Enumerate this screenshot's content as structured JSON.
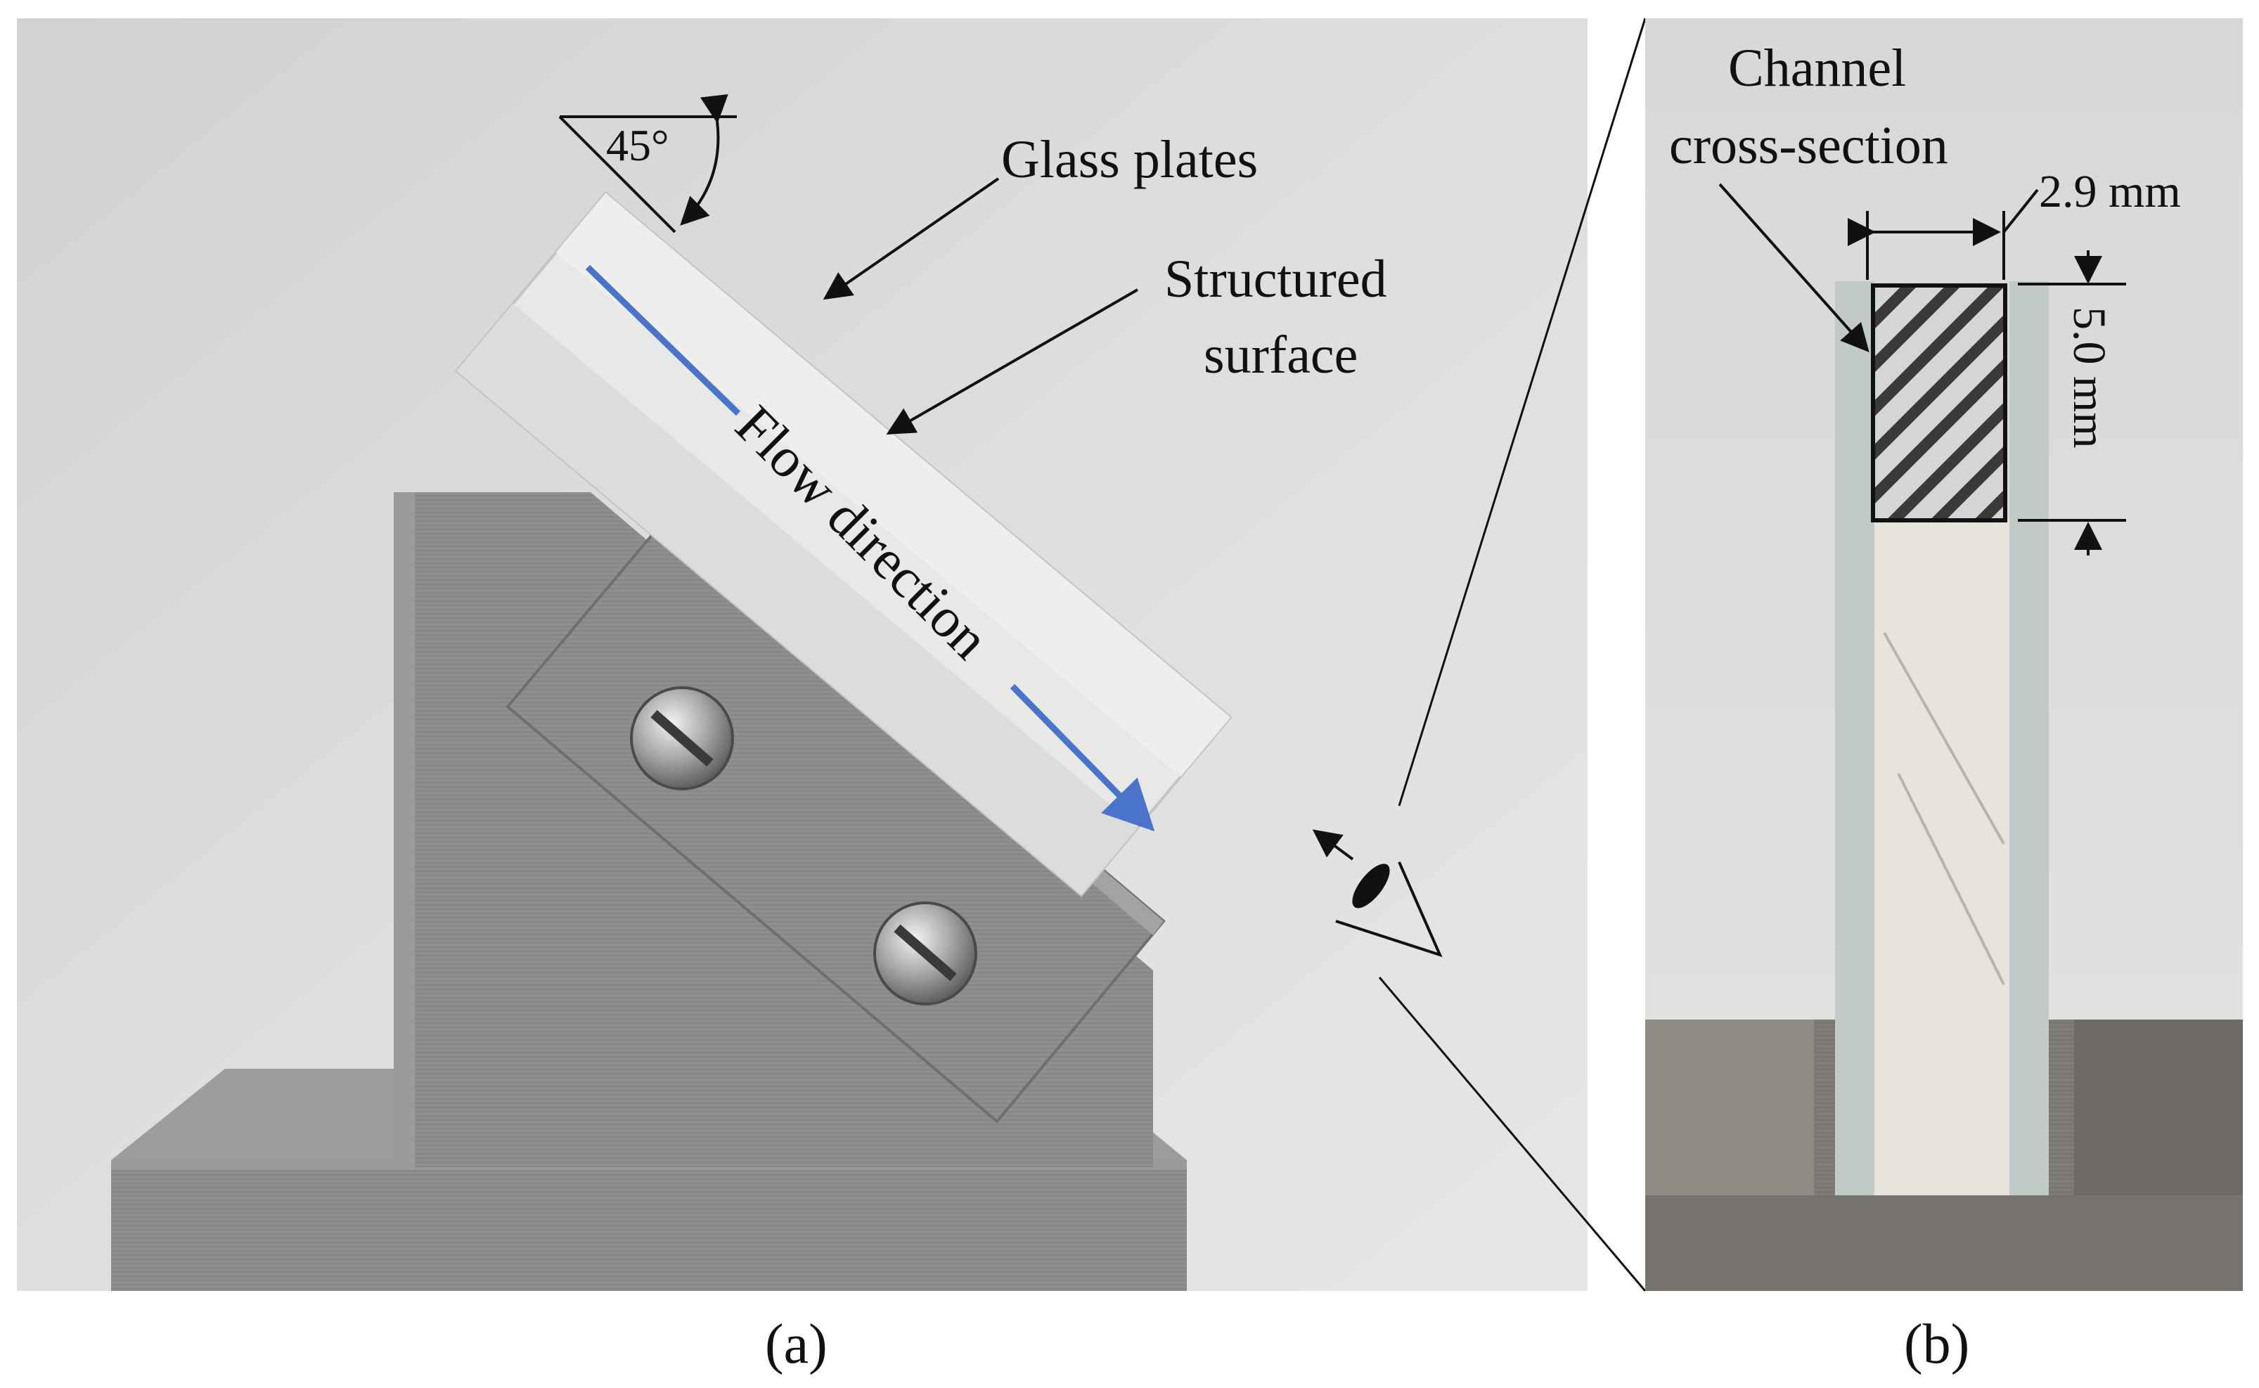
{
  "panel_a": {
    "angle_label": "45°",
    "glass_plates_label": "Glass plates",
    "structured_surface_label_line1": "Structured",
    "structured_surface_label_line2": "surface",
    "flow_label": "Flow direction",
    "caption": "(a)"
  },
  "panel_b": {
    "channel_label_line1": "Channel",
    "channel_label_line2": "cross-section",
    "width_label": "2.9 mm",
    "height_label": "5.0 mm",
    "caption": "(b)"
  },
  "colors": {
    "flow_arrow": "#4a74c9",
    "annotation": "#111111"
  }
}
